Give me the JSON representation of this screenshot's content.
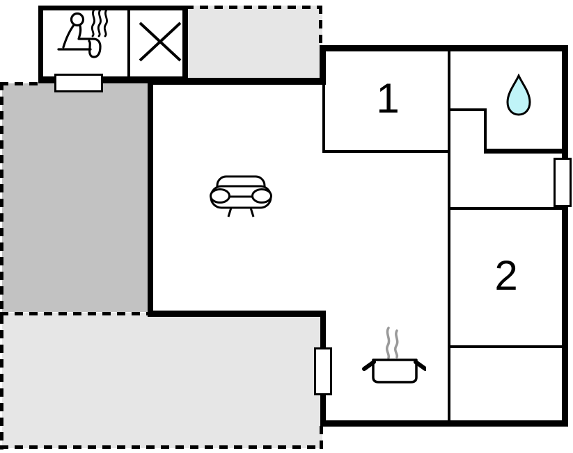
{
  "plan": {
    "type": "floor-plan",
    "rooms": [
      {
        "name": "bedroom-1",
        "label": "1"
      },
      {
        "name": "bedroom-2",
        "label": "2"
      }
    ],
    "icons": [
      {
        "name": "sauna-icon"
      },
      {
        "name": "shower-cross-icon"
      },
      {
        "name": "water-drop-icon"
      },
      {
        "name": "sofa-icon"
      },
      {
        "name": "cooking-pot-icon"
      }
    ],
    "colors": {
      "wall": "#000000",
      "terrace_dark": "#c2c2c2",
      "terrace_light": "#e6e6e6",
      "water_drop_fill": "#c0f4f8",
      "steam_gray": "#999999",
      "background": "#ffffff"
    }
  }
}
